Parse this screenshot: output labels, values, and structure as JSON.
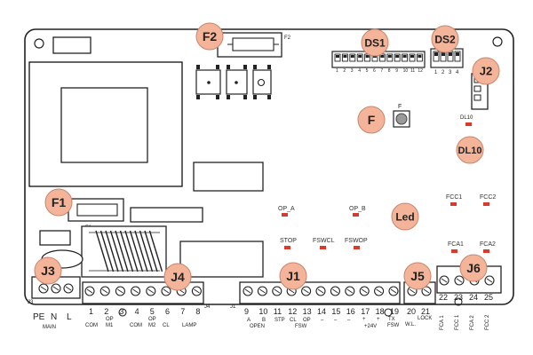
{
  "callouts": {
    "f2": "F2",
    "ds1": "DS1",
    "ds2": "DS2",
    "j2": "J2",
    "f": "F",
    "dl10": "DL10",
    "f1": "F1",
    "led": "Led",
    "j3": "J3",
    "j4": "J4",
    "j1": "J1",
    "j5": "J5",
    "j6": "J6"
  },
  "board_labels": {
    "f2_small": "F2",
    "f1_small": "F1",
    "f_small": "F",
    "dl10_small": "DL10",
    "j3_small": "J3",
    "j4_small": "J4",
    "j1_small": "J1",
    "ds1_numbers": [
      "1",
      "2",
      "3",
      "4",
      "5",
      "6",
      "7",
      "8",
      "9",
      "10",
      "11",
      "12"
    ],
    "ds2_numbers": [
      "1",
      "2",
      "3",
      "4"
    ]
  },
  "leds": {
    "op_a": "OP_A",
    "op_b": "OP_B",
    "stop": "STOP",
    "swcl": "FSWCL",
    "swop": "FSWOP",
    "fcc1": "FCC1",
    "fcc2": "FCC2",
    "fca1": "FCA1",
    "fca2": "FCA2"
  },
  "terminals": {
    "main": {
      "pe": "PE",
      "n": "N",
      "l": "L",
      "caption": "MAIN"
    },
    "j4_nums": [
      "1",
      "2",
      "3",
      "4",
      "5",
      "6",
      "7",
      "8"
    ],
    "j4_sub": {
      "com1": "COM",
      "op_m1": "OP\nM1",
      "com2": "COM",
      "op_m2": "OP\nM2",
      "cl": "CL",
      "lamp": "LAMP"
    },
    "j1_nums": [
      "9",
      "10",
      "11",
      "12",
      "13",
      "14",
      "15",
      "16",
      "17",
      "18",
      "19"
    ],
    "j1_sub": {
      "a": "A",
      "b": "B",
      "open": "OPEN",
      "stp": "STP",
      "cl": "CL",
      "op": "OP",
      "fsw": "FSW",
      "d1": "–",
      "d2": "–",
      "d3": "–",
      "plus1": "+",
      "plus2": "+",
      "plus24": "+24V",
      "tx": "TX",
      "fsw2": "FSW"
    },
    "j5_nums": [
      "20",
      "21"
    ],
    "j5_sub": {
      "lock": "LOCK",
      "wl": "W.L."
    },
    "j6_nums": [
      "22",
      "23",
      "24",
      "25"
    ],
    "j6_sub": [
      "FCA 1",
      "FCC 1",
      "FCA 2",
      "FCC 2"
    ]
  },
  "colors": {
    "callout_fill": "#f4b49a",
    "callout_stroke": "#c8856d",
    "line": "#222222",
    "led_red": "#d93a2b",
    "board": "#ffffff",
    "terminal": "#ffffff"
  }
}
